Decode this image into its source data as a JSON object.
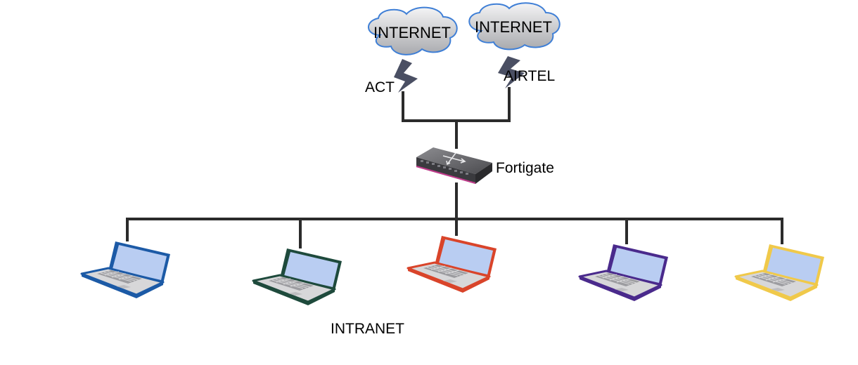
{
  "clouds": [
    {
      "label": "INTERNET"
    },
    {
      "label": "INTERNET"
    }
  ],
  "links": [
    {
      "label": "ACT"
    },
    {
      "label": "AIRTEL"
    }
  ],
  "firewall": {
    "label": "Fortigate",
    "icon": "router-switch-icon"
  },
  "network_label": "INTRANET",
  "laptops": [
    {
      "icon": "laptop-icon",
      "color": "#1c5aa6"
    },
    {
      "icon": "laptop-icon",
      "color": "#1e4a3c"
    },
    {
      "icon": "laptop-icon",
      "color": "#d9442a"
    },
    {
      "icon": "laptop-icon",
      "color": "#4a2a8c"
    },
    {
      "icon": "laptop-icon",
      "color": "#f0c94a"
    }
  ],
  "colors": {
    "cloud_fill": "#c8c9cc",
    "cloud_stroke": "#3f7fd6",
    "lightning_fill": "#4a4f63",
    "screen": "#b9cdf2",
    "wire": "#2b2b2b"
  }
}
